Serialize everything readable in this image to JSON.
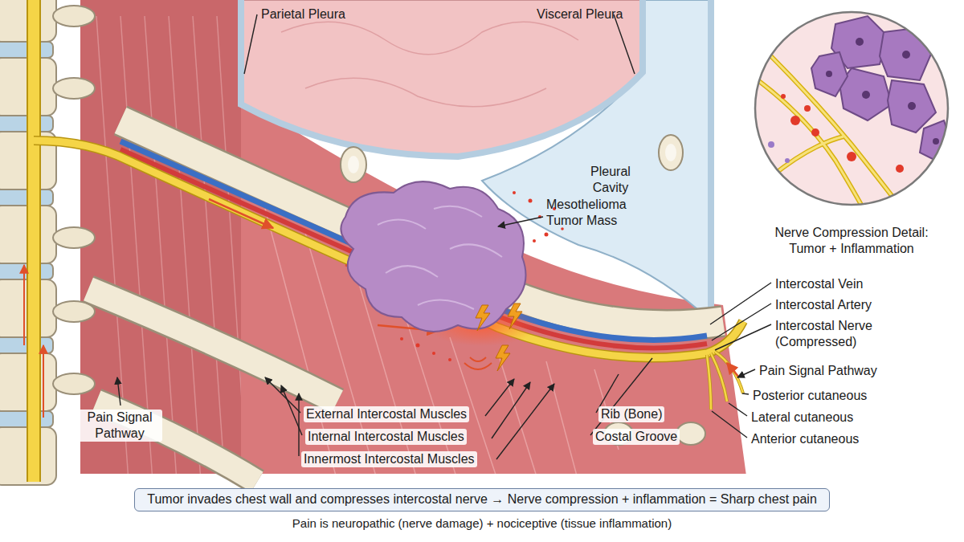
{
  "diagram": {
    "caption": "Pain is neuropathic (nerve damage) + nociceptive (tissue inflammation)",
    "nodes": [
      {
        "text": [
          "Tumor invades chest wall and compresses intercostal nerve → Nerve compression + inflammation = Sharp chest pain"
        ]
      }
    ],
    "labels": [
      "Parietal Pleura",
      "Visceral Pleura",
      "Pleural Cavity",
      "Mesothelioma Tumor Mass",
      "Nerve Compression Detail: Tumor + Inflammation",
      "Intercostal Vein",
      "Intercostal Artery",
      "Intercostal Nerve (Compressed)",
      "Pain Signal Pathway",
      "Posterior cutaneous",
      "Lateral cutaneous",
      "Anterior cutaneous",
      "Pain Signal Pathway",
      "External Intercostal Muscles",
      "Internal Intercostal Muscles",
      "Innermost Intercostal Muscles",
      "Rib (Bone)",
      "Costal Groove"
    ]
  }
}
